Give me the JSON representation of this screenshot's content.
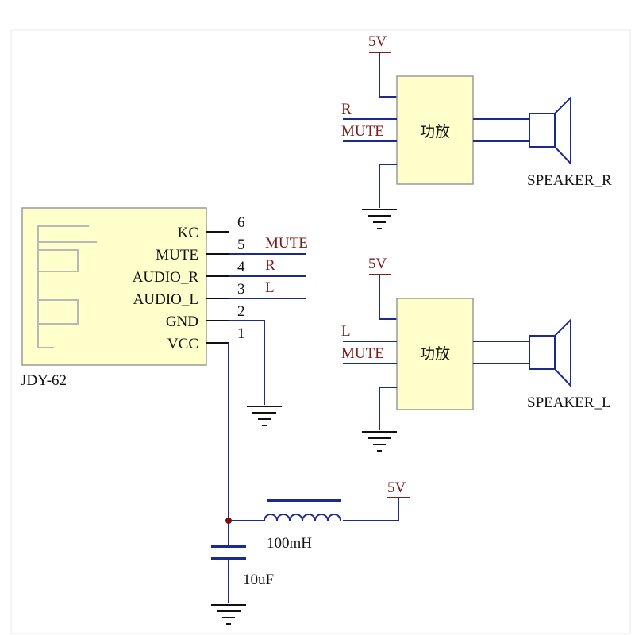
{
  "module": {
    "name": "JDY-62",
    "pins": [
      {
        "label": "KC",
        "number": "6",
        "net": ""
      },
      {
        "label": "MUTE",
        "number": "5",
        "net": "MUTE"
      },
      {
        "label": "AUDIO_R",
        "number": "4",
        "net": "R"
      },
      {
        "label": "AUDIO_L",
        "number": "3",
        "net": "L"
      },
      {
        "label": "GND",
        "number": "2",
        "net": ""
      },
      {
        "label": "VCC",
        "number": "1",
        "net": ""
      }
    ]
  },
  "amp_right": {
    "label": "功放",
    "power": "5V",
    "inputs": [
      "R",
      "MUTE"
    ],
    "speaker": "SPEAKER_R"
  },
  "amp_left": {
    "label": "功放",
    "power": "5V",
    "inputs": [
      "L",
      "MUTE"
    ],
    "speaker": "SPEAKER_L"
  },
  "power_filter": {
    "supply": "5V",
    "inductor": "100mH",
    "capacitor": "10uF"
  },
  "colors": {
    "wire": "#1b2a8f",
    "component": "#111111",
    "module_fill": "#ffffcc",
    "amp_fill": "#ffffcc",
    "power": "#8b1c1c",
    "junction": "#7a1010"
  }
}
